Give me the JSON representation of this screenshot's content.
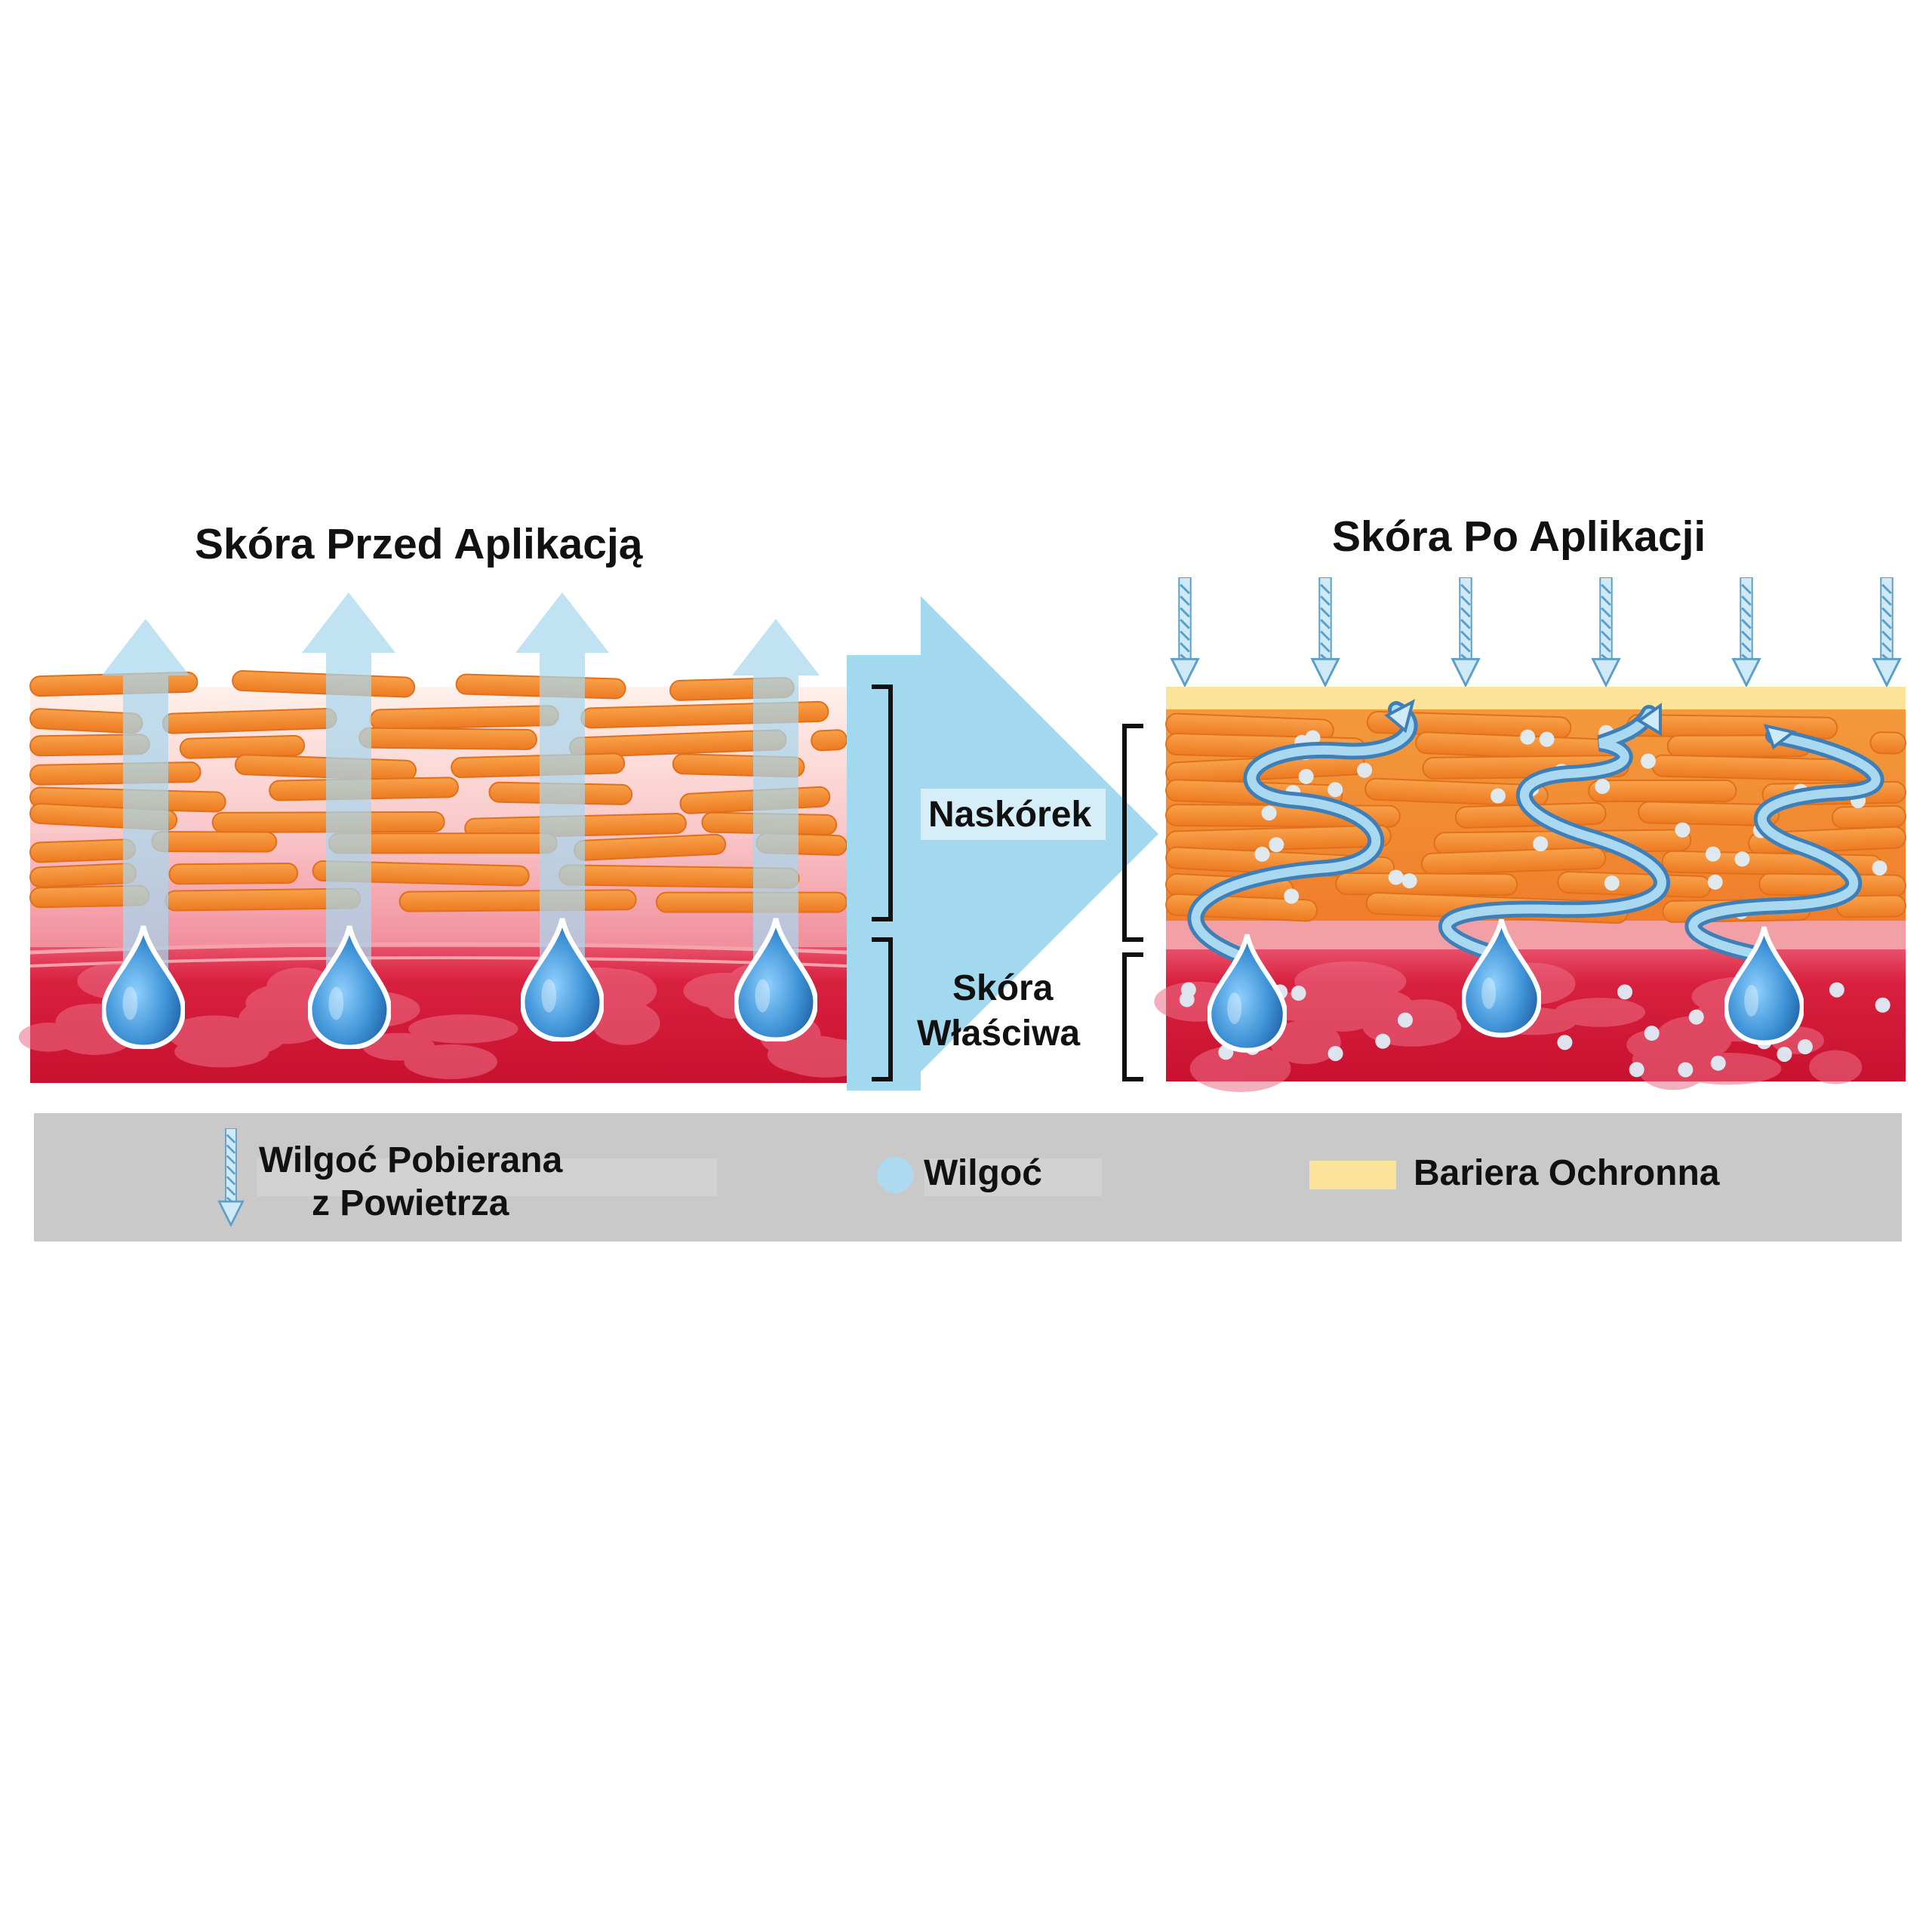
{
  "titles": {
    "before": "Skóra Przed Aplikacją",
    "after": "Skóra Po Aplikacji"
  },
  "layers": {
    "epidermis": "Naskórek",
    "dermis_line1": "Skóra",
    "dermis_line2": "Właściwa"
  },
  "legend": {
    "air_moisture_line1": "Wilgoć Pobierana",
    "air_moisture_line2": "z Powietrza",
    "moisture": "Wilgoć",
    "barrier": "Bariera Ochronna"
  },
  "colors": {
    "cell_orange": "#f08a2a",
    "epidermis_bg": "#f7c9b4",
    "dermis_red": "#d8203f",
    "moisture_blue": "#9fd2ea",
    "drop_blue": "#3d8fd0",
    "barrier_yellow": "#fbe49a",
    "legend_gray": "#c9c9c9"
  },
  "icons": [
    "water-drop-icon",
    "arrow-down-icon",
    "arrow-up-icon",
    "arrow-right-icon"
  ]
}
